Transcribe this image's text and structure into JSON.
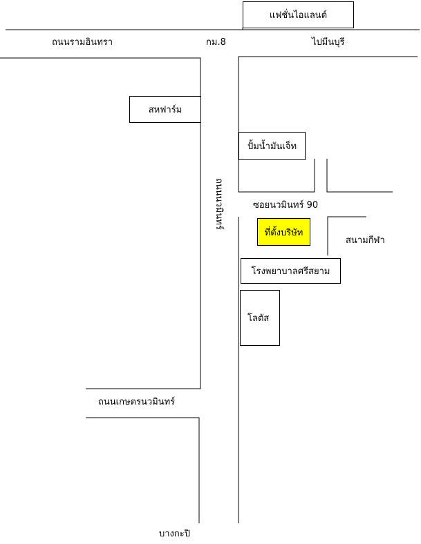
{
  "landmarks": {
    "fashion_island": "แฟชั่นไอแลนด์",
    "sahafarm": "สหฟาร์ม",
    "jet_station": "ปั้มน้ำมันเจ็ท",
    "company": "ที่ตั้งบริษัท",
    "hospital": "โรงพยาบาลศรีสยาม",
    "lotus": "โลตัส"
  },
  "roads": {
    "ram_inthra": "ถนนรามอินทรา",
    "km8": "กม.8",
    "to_minburi": "ไปมีนบุรี",
    "nawamin": "ถนนนวมินทร์",
    "soi_nawamin_90": "ซอยนวมินทร์ 90",
    "kaset_nawamin": "ถนนเกษตรนวมินทร์",
    "bang_kapi": "บางกะปิ"
  },
  "places": {
    "stadium": "สนามกีฬา"
  },
  "colors": {
    "line": "#000000",
    "highlight": "#ffff00",
    "background": "#ffffff"
  }
}
